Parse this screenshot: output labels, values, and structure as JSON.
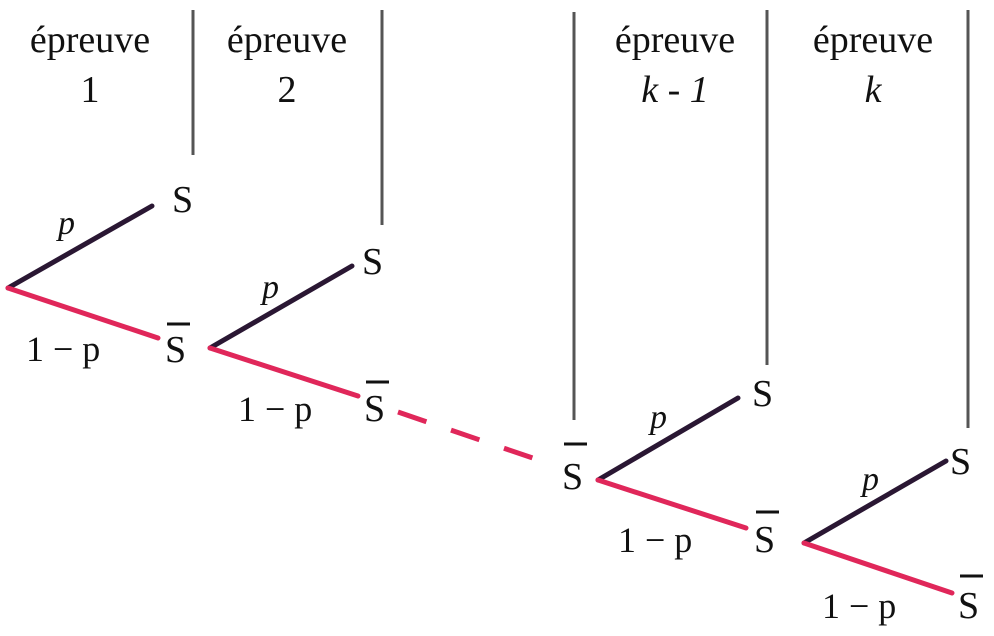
{
  "colors": {
    "upper_branch": "#2a1733",
    "lower_branch": "#e0275a",
    "separator": "#555555",
    "text": "#111111"
  },
  "headers": [
    {
      "label": "épreuve",
      "number": "1"
    },
    {
      "label": "épreuve",
      "number": "2"
    },
    {
      "label": "épreuve",
      "number": "k - 1"
    },
    {
      "label": "épreuve",
      "number": "k"
    }
  ],
  "stages": [
    {
      "prob_success": "p",
      "prob_failure": "1 − p",
      "outcome_success": "S",
      "outcome_failure": "S"
    },
    {
      "prob_success": "p",
      "prob_failure": "1 − p",
      "outcome_success": "S",
      "outcome_failure": "S"
    },
    {
      "start_node": "S",
      "prob_success": "p",
      "prob_failure": "1 − p",
      "outcome_success": "S",
      "outcome_failure": "S"
    },
    {
      "prob_success": "p",
      "prob_failure": "1 − p",
      "outcome_success": "S",
      "outcome_failure": "S"
    }
  ]
}
